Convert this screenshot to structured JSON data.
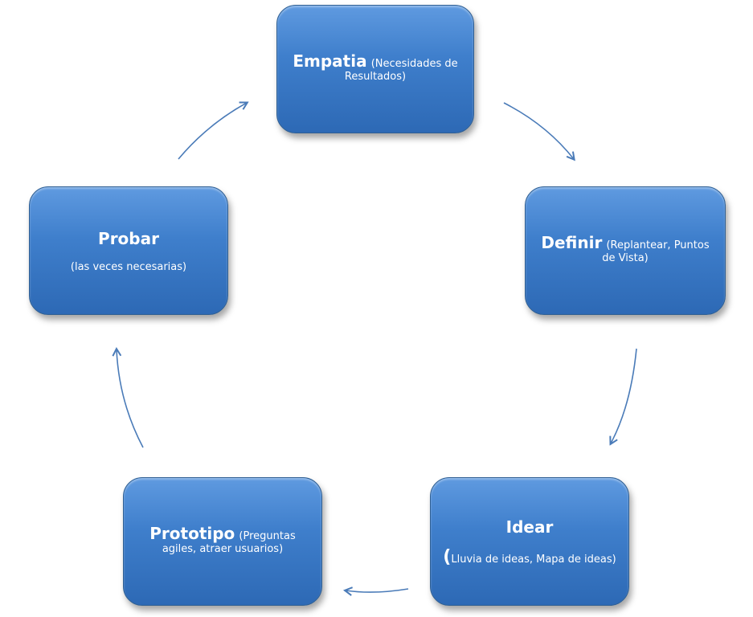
{
  "nodes": {
    "empatia": {
      "title": "Empatia",
      "detail_line1": "(Necesidades de",
      "detail_line2": "Resultados)"
    },
    "definir": {
      "title": "Definir",
      "detail_line1": "(Replantear, Puntos",
      "detail_line2": "de Vista)"
    },
    "idear": {
      "title": "Idear",
      "paren": "(",
      "detail": "Lluvia de ideas, Mapa de ideas)"
    },
    "prototipo": {
      "title": "Prototipo",
      "detail_line1": "(Preguntas",
      "detail_line2": "agiles, atraer usuarios)"
    },
    "probar": {
      "title": "Probar",
      "detail": "(las veces necesarias)"
    }
  },
  "colors": {
    "box_fill": "#3f7fcc",
    "box_border": "#2f5f93",
    "arrow": "#4a7bb8",
    "text": "#ffffff"
  }
}
